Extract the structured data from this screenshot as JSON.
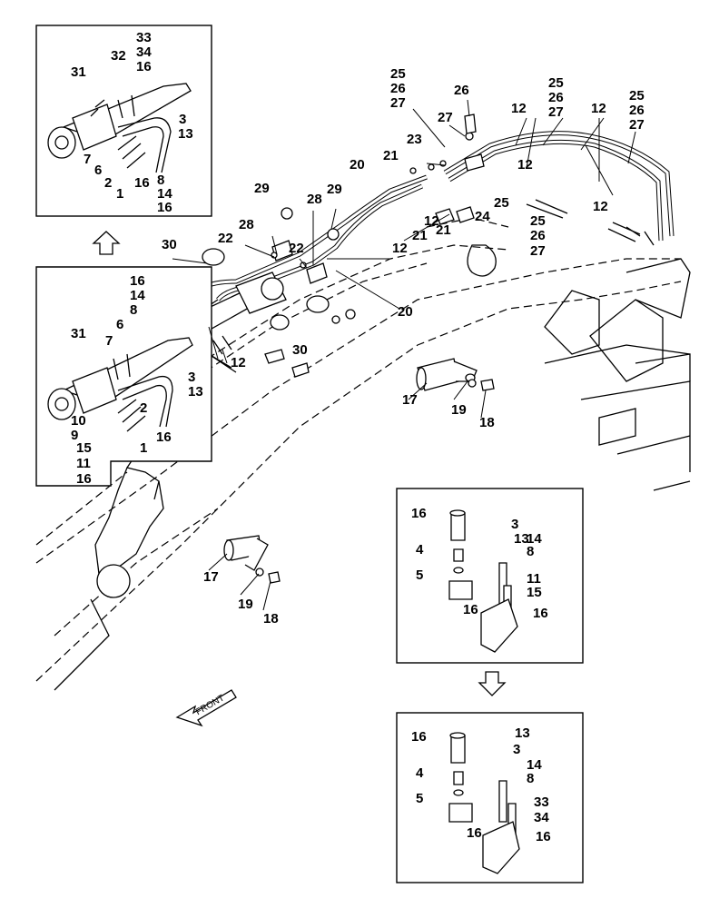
{
  "front_label": "FRONT",
  "inset_top_left": {
    "labels": [
      "33",
      "34",
      "16",
      "32",
      "31",
      "3",
      "13",
      "7",
      "6",
      "2",
      "1",
      "16",
      "8",
      "14",
      "16"
    ]
  },
  "inset_mid_left": {
    "labels": [
      "16",
      "14",
      "8",
      "31",
      "6",
      "7",
      "3",
      "13",
      "2",
      "10",
      "9",
      "16",
      "1",
      "15",
      "11",
      "16"
    ]
  },
  "inset_bottom_right_1": {
    "labels": [
      "16",
      "3",
      "13",
      "14",
      "8",
      "4",
      "5",
      "11",
      "15",
      "16",
      "16"
    ]
  },
  "inset_bottom_right_2": {
    "labels": [
      "16",
      "13",
      "3",
      "14",
      "8",
      "4",
      "5",
      "33",
      "34",
      "16",
      "16"
    ]
  },
  "main_labels": [
    "25",
    "26",
    "27",
    "26",
    "27",
    "25",
    "26",
    "27",
    "12",
    "12",
    "25",
    "26",
    "27",
    "23",
    "21",
    "20",
    "29",
    "28",
    "29",
    "21",
    "25",
    "24",
    "12",
    "12",
    "21",
    "25",
    "26",
    "27",
    "12",
    "30",
    "22",
    "22",
    "28",
    "12",
    "20",
    "12",
    "30",
    "17",
    "19",
    "18",
    "17",
    "19",
    "18"
  ],
  "icons": {
    "up_arrow": "up-arrow-icon",
    "down_arrow": "down-arrow-icon",
    "front_arrow": "front-arrow-icon"
  }
}
